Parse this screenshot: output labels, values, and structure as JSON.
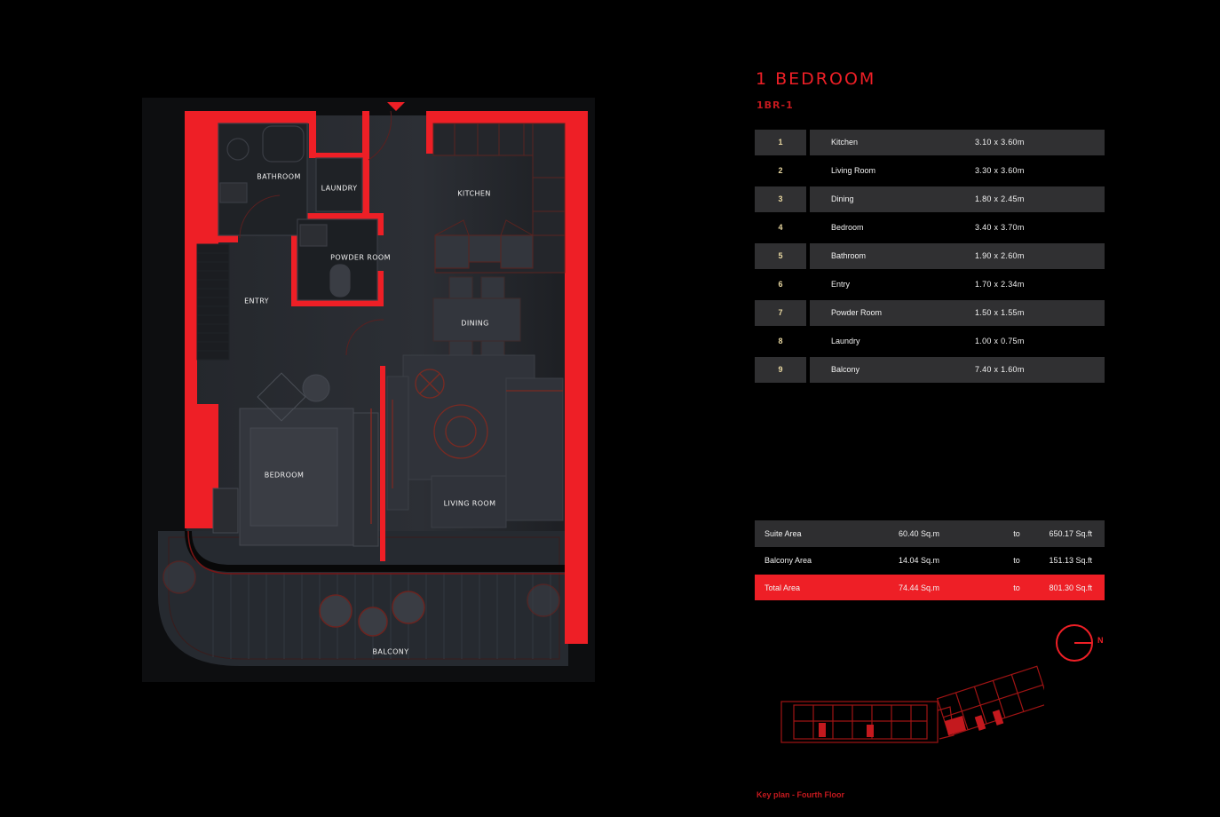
{
  "unit": {
    "title": "1 Bedroom",
    "code": "1BR-1"
  },
  "colors": {
    "accent": "#ee1f26",
    "background": "#000000",
    "row_shade": "#303032",
    "floor": "#2b2e33"
  },
  "plan": {
    "entry_marker": "entry-arrow",
    "labels": {
      "bathroom": "Bathroom",
      "laundry": "Laundry",
      "kitchen": "Kitchen",
      "powder_room": "Powder Room",
      "entry": "Entry",
      "dining": "Dining",
      "bedroom": "Bedroom",
      "living_room": "Living Room",
      "balcony": "Balcony"
    }
  },
  "rooms": [
    {
      "num": "1",
      "name": "Kitchen",
      "area": "3.10 x 3.60m"
    },
    {
      "num": "2",
      "name": "Living Room",
      "area": "3.30 x 3.60m"
    },
    {
      "num": "3",
      "name": "Dining",
      "area": "1.80 x 2.45m"
    },
    {
      "num": "4",
      "name": "Bedroom",
      "area": "3.40 x 3.70m"
    },
    {
      "num": "5",
      "name": "Bathroom",
      "area": "1.90 x 2.60m"
    },
    {
      "num": "6",
      "name": "Entry",
      "area": "1.70 x 2.34m"
    },
    {
      "num": "7",
      "name": "Powder Room",
      "area": "1.50 x 1.55m"
    },
    {
      "num": "8",
      "name": "Laundry",
      "area": "1.00 x 0.75m"
    },
    {
      "num": "9",
      "name": "Balcony",
      "area": "7.40 x 1.60m"
    }
  ],
  "areas": [
    {
      "label": "Suite Area",
      "sqm": "60.40 Sq.m",
      "sep": "to",
      "sqft": "650.17 Sq.ft"
    },
    {
      "label": "Balcony Area",
      "sqm": "14.04 Sq.m",
      "sep": "to",
      "sqft": "151.13 Sq.ft"
    },
    {
      "label": "Total Area",
      "sqm": "74.44 Sq.m",
      "sep": "to",
      "sqft": "801.30 Sq.ft"
    }
  ],
  "compass": {
    "label": "N"
  },
  "keyplan": {
    "caption": "Key plan - Fourth Floor"
  }
}
